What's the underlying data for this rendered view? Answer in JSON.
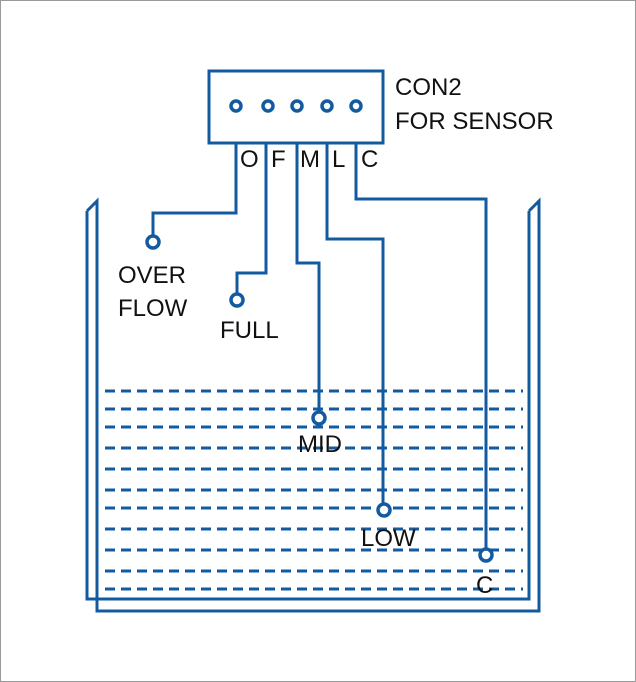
{
  "connector": {
    "name": "CON2",
    "purpose": "FOR SENSOR",
    "pin_count": 5,
    "pin_labels": [
      "O",
      "F",
      "M",
      "L",
      "C"
    ]
  },
  "probes": {
    "overflow": {
      "line1": "OVER",
      "line2": "FLOW"
    },
    "full": "FULL",
    "mid": "MID",
    "low": "LOW",
    "common": "C"
  },
  "colors": {
    "line": "#135ba0",
    "text": "#111111",
    "background": "#ffffff"
  }
}
